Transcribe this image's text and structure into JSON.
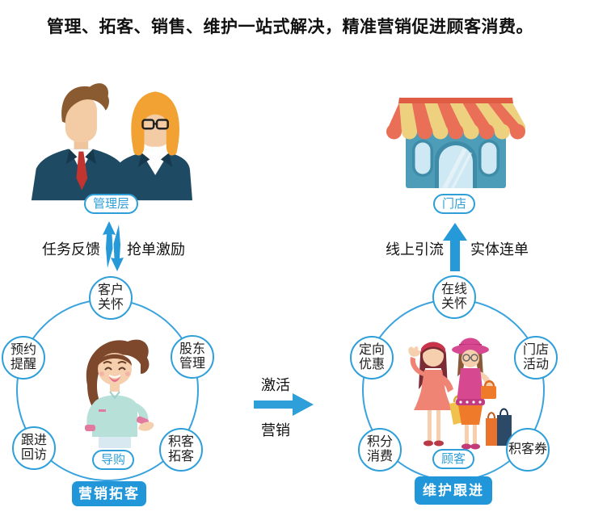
{
  "title": "管理、拓客、销售、维护一站式解决，精准营销促进顾客消费。",
  "management": {
    "label": "管理层",
    "illustration": "business-managers"
  },
  "store": {
    "label": "门店",
    "illustration": "storefront-with-awning"
  },
  "management_flow": {
    "left_label": "任务反馈",
    "right_label": "抢单激励",
    "icon": "up-down-arrows-icon"
  },
  "store_flow": {
    "left_label": "线上引流",
    "right_label": "实体连单",
    "icon": "up-arrow-icon"
  },
  "center_flow": {
    "top_label": "激活",
    "bottom_label": "营销",
    "icon": "right-arrow-icon"
  },
  "marketing_cycle": {
    "badge": "营销拓客",
    "center_label": "导购",
    "center_illustration": "shopping-guide-woman",
    "nodes": [
      {
        "position": "top",
        "label": "客户\n关怀"
      },
      {
        "position": "upper-right",
        "label": "股东\n管理"
      },
      {
        "position": "lower-right",
        "label": "积客\n拓客"
      },
      {
        "position": "lower-left",
        "label": "跟进\n回访"
      },
      {
        "position": "upper-left",
        "label": "预约\n提醒"
      }
    ]
  },
  "maintain_cycle": {
    "badge": "维护跟进",
    "center_label": "顾客",
    "center_illustration": "shoppers-with-bags",
    "nodes": [
      {
        "position": "top",
        "label": "在线\n关怀"
      },
      {
        "position": "upper-right",
        "label": "门店\n活动"
      },
      {
        "position": "lower-right",
        "label": "积客券"
      },
      {
        "position": "lower-left",
        "label": "积分\n消费"
      },
      {
        "position": "upper-left",
        "label": "定向\n优惠"
      }
    ]
  },
  "colors": {
    "accent_blue": "#2e9fd9",
    "ring_blue": "#3aa2de",
    "badge_blue": "#2196d8",
    "text_dark": "#111111",
    "awning_coral": "#e96f56",
    "awning_yellow": "#eed17e",
    "store_teal": "#4d9cb8",
    "suit_navy": "#1f4a63"
  }
}
